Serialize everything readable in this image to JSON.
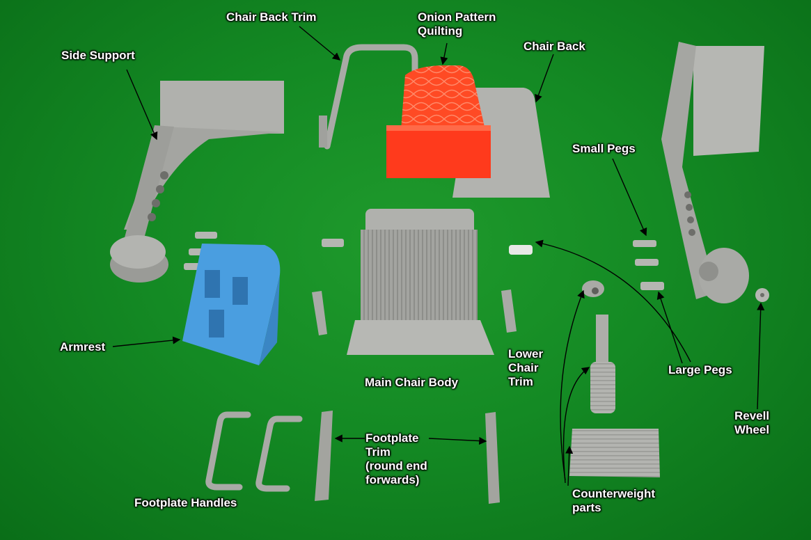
{
  "labels": {
    "side_support": "Side Support",
    "chair_back_trim": "Chair Back Trim",
    "onion_quilting": [
      "Onion Pattern",
      "Quilting"
    ],
    "chair_back": "Chair Back",
    "small_pegs": "Small Pegs",
    "armrest": "Armrest",
    "main_chair_body": "Main Chair Body",
    "lower_chair_trim": [
      "Lower",
      "Chair",
      "Trim"
    ],
    "large_pegs": "Large Pegs",
    "revell_wheel": [
      "Revell",
      "Wheel"
    ],
    "footplate_trim": [
      "Footplate",
      "Trim",
      "(round end",
      "forwards)"
    ],
    "footplate_handles": "Footplate Handles",
    "counterweight_parts": [
      "Counterweight",
      "parts"
    ]
  },
  "colors": {
    "background": "#148a24",
    "grey_plastic": "#a9aaa6",
    "orange_quilting": "#ff3a1c",
    "blue_armrest": "#4a9ee0",
    "label_text": "#ffffff",
    "arrow": "#000000"
  }
}
